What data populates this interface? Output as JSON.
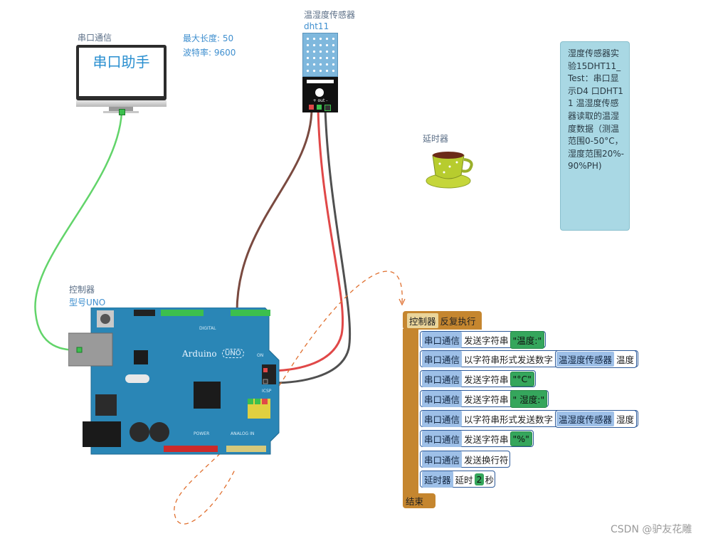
{
  "monitor": {
    "title": "串口通信",
    "screen_text": "串口助手",
    "max_len": "最大长度: 50",
    "baud": "波特率: 9600"
  },
  "sensor": {
    "title": "温湿度传感器",
    "model": "dht11",
    "pin_label": "+ out -"
  },
  "delay_device": {
    "title": "延时器"
  },
  "controller": {
    "title": "控制器",
    "model": "型号UNO",
    "board_name": "Arduino",
    "board_sub": "UNO",
    "digital": "DIGITAL",
    "analog": "ANALOG IN",
    "power": "POWER",
    "icsp": "ICSP",
    "on": "ON"
  },
  "note": {
    "text": "湿度传感器实验15DHT11_Test：串口显示D4 口DHT11 温湿度传感器读取的温湿度数据（测温范围0-50°C，湿度范围20%-90%PH)"
  },
  "program": {
    "header": {
      "tag": "控制器",
      "keyword": "反复执行"
    },
    "rows": [
      {
        "cmd": "串口通信",
        "action": "发送字符串",
        "arg": "\"温度:\""
      },
      {
        "cmd": "串口通信",
        "action": "以字符串形式发送数字",
        "sub_cmd": "温湿度传感器",
        "sub_arg": "温度"
      },
      {
        "cmd": "串口通信",
        "action": "发送字符串",
        "arg": "\"°C\""
      },
      {
        "cmd": "串口通信",
        "action": "发送字符串",
        "arg": "\" 湿度:\""
      },
      {
        "cmd": "串口通信",
        "action": "以字符串形式发送数字",
        "sub_cmd": "温湿度传感器",
        "sub_arg": "湿度"
      },
      {
        "cmd": "串口通信",
        "action": "发送字符串",
        "arg": "\"%\""
      },
      {
        "cmd": "串口通信",
        "action": "发送换行符"
      },
      {
        "cmd": "延时器",
        "action": "延时",
        "num": "2",
        "unit": "秒"
      }
    ],
    "footer": "结束"
  },
  "watermark": "CSDN @驴友花雕",
  "colors": {
    "wire_usb": "#62d46a",
    "wire_brown": "#7a4a40",
    "wire_red": "#e04848",
    "wire_dark": "#505050",
    "board": "#2a86b6",
    "block_orange": "#c5862f",
    "block_blue": "#9ec0e8",
    "string_green": "#35a65c",
    "note_bg": "#a9d8e4"
  }
}
